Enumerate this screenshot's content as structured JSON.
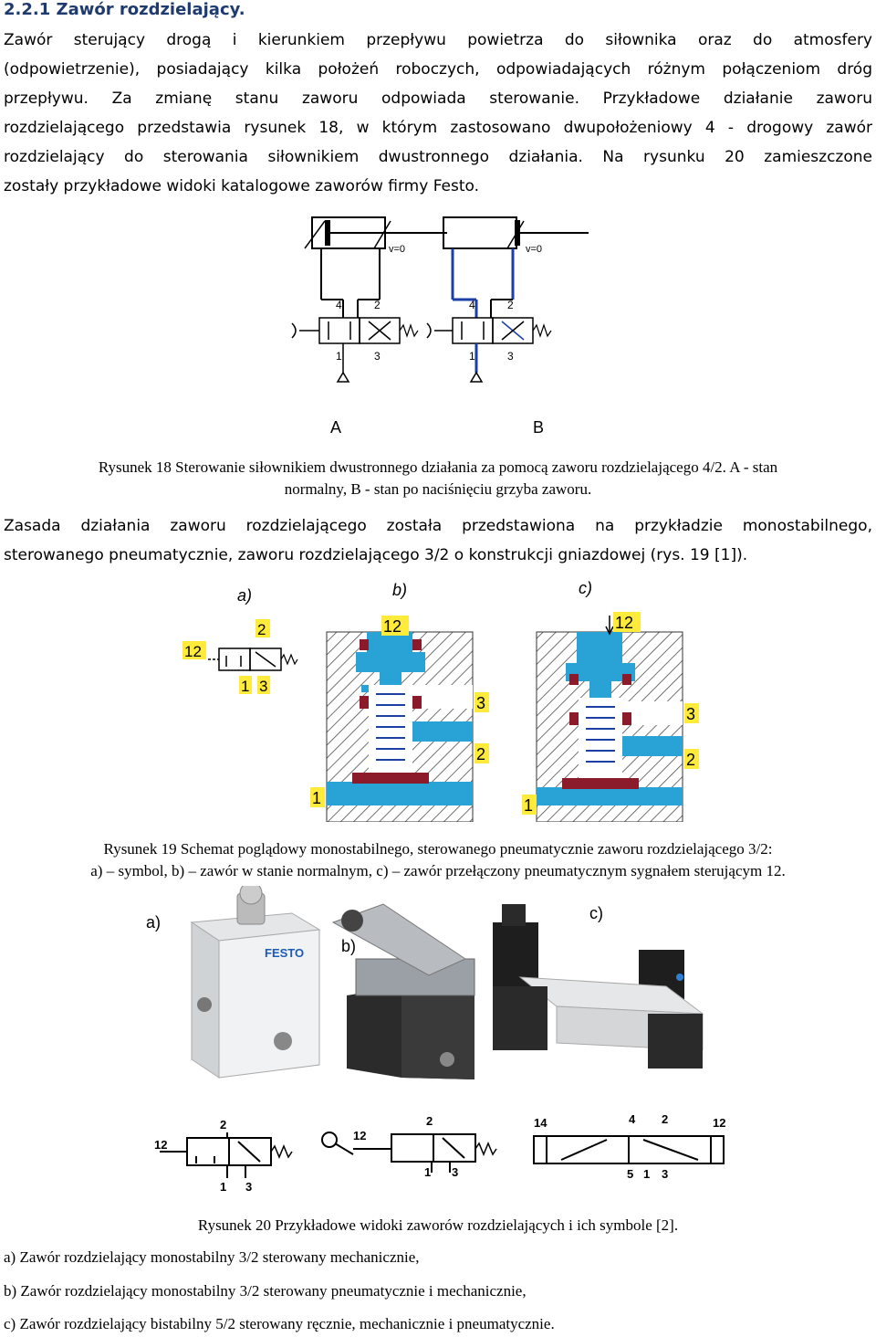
{
  "heading": "2.2.1 Zawór rozdzielający.",
  "para1": [
    "Zawór sterujący drogą i kierunkiem przepływu powietrza do siłownika oraz do atmosfery",
    "(odpowietrzenie), posiadający kilka położeń roboczych, odpowiadających różnym połączeniom dróg",
    "przepływu. Za zmianę stanu zaworu odpowiada sterowanie. Przykładowe działanie zaworu",
    "rozdzielającego przedstawia rysunek 18, w którym zastosowano dwupołożeniowy 4 - drogowy zawór",
    "rozdzielający do sterowania siłownikiem dwustronnego działania. Na rysunku 20 zamieszczone",
    "zostały przykładowe widoki katalogowe zaworów firmy Festo."
  ],
  "fig18": {
    "velocity_label": "v=0",
    "ports": {
      "p4": "4",
      "p2": "2",
      "p1": "1",
      "p3": "3"
    },
    "label_a": "A",
    "label_b": "B",
    "caption_line1": "Rysunek 18 Sterowanie siłownikiem dwustronnego działania za pomocą zaworu rozdzielającego 4/2. A - stan",
    "caption_line2": "normalny, B - stan po naciśnięciu grzyba zaworu."
  },
  "para2": [
    "Zasada działania zaworu rozdzielającego została przedstawiona na  przykładzie monostabilnego,",
    "sterowanego pneumatycznie, zaworu rozdzielającego 3/2 o konstrukcji gniazdowej (rys. 19 [1])."
  ],
  "fig19": {
    "label_a": "a)",
    "label_b": "b)",
    "label_c": "c)",
    "port12": "12",
    "port1": "1",
    "port2": "2",
    "port3": "3",
    "caption_line1": "Rysunek 19 Schemat poglądowy monostabilnego, sterowanego pneumatycznie zaworu rozdzielającego 3/2:",
    "caption_line2": "a) – symbol, b) – zawór w stanie normalnym, c) – zawór przełączony pneumatycznym sygnałem sterującym 12."
  },
  "fig20": {
    "label_a": "a)",
    "label_b": "b)",
    "label_c": "c)",
    "festo_text": "FESTO",
    "sym_ports_a": {
      "p12": "12",
      "p2": "2",
      "p1": "1",
      "p3": "3"
    },
    "sym_ports_b": {
      "p12": "12",
      "p2": "2",
      "p1": "1",
      "p3": "3"
    },
    "sym_ports_c": {
      "p14": "14",
      "p12": "12",
      "p4": "4",
      "p2": "2",
      "p5": "5",
      "p1": "1",
      "p3": "3"
    },
    "caption": "Rysunek 20 Przykładowe widoki zaworów rozdzielających i ich symbole [2]."
  },
  "list": [
    "a) Zawór rozdzielający monostabilny 3/2 sterowany mechanicznie,",
    "b) Zawór rozdzielający monostabilny 3/2 sterowany pneumatycznie i mechanicznie,",
    "c) Zawór rozdzielający bistabilny 5/2 sterowany ręcznie, mechanicznie i pneumatycznie."
  ],
  "colors": {
    "heading": "#1f3a6e",
    "port_highlight": "#ffeb3b",
    "air_blue": "#29a3d6",
    "seal_red": "#8b1a2b",
    "line_blue": "#1b3fa6"
  }
}
